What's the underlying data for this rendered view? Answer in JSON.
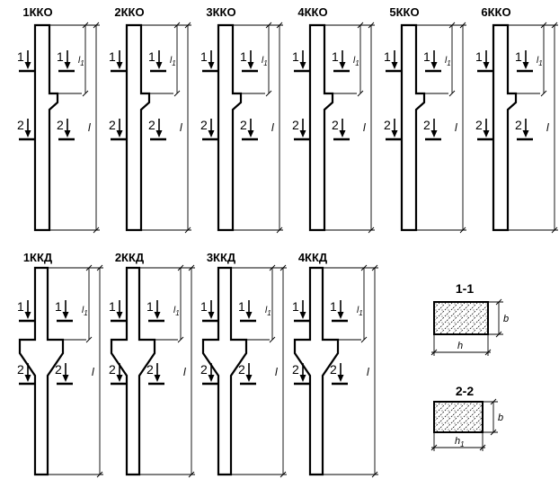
{
  "columns_row1": [
    {
      "name": "1ККО"
    },
    {
      "name": "2ККО"
    },
    {
      "name": "3ККО"
    },
    {
      "name": "4ККО"
    },
    {
      "name": "5ККО"
    },
    {
      "name": "6ККО"
    }
  ],
  "columns_row2": [
    {
      "name": "1ККД"
    },
    {
      "name": "2ККД"
    },
    {
      "name": "3ККД"
    },
    {
      "name": "4ККД"
    }
  ],
  "marks": {
    "cut1": "1",
    "cut2": "2",
    "l1": "l",
    "l1_sub": "1",
    "l": "l"
  },
  "sections": [
    {
      "title": "1-1",
      "width_label": "h",
      "width_sub": "",
      "height_label": "b"
    },
    {
      "title": "2-2",
      "width_label": "h",
      "width_sub": "1",
      "height_label": "b"
    }
  ]
}
